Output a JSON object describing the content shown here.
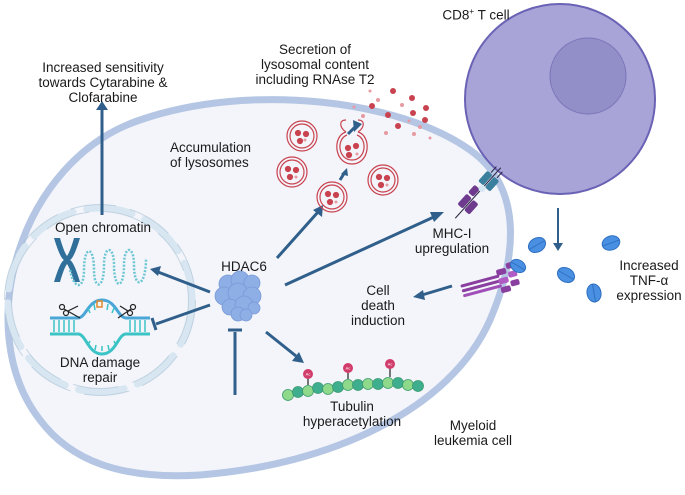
{
  "labels": {
    "sensitivity": [
      "Increased sensitivity",
      "towards Cytarabine &",
      "Clofarabine"
    ],
    "secretion": [
      "Secretion of",
      "lysosomal content",
      "including RNAse T2"
    ],
    "tcell_prefix": "CD8",
    "tcell_sup": "+",
    "tcell_suffix": " T cell",
    "accumulation": [
      "Accumulation",
      "of lysosomes"
    ],
    "open_chromatin": "Open chromatin",
    "hdac6": "HDAC6",
    "mhc": [
      "MHC-I",
      "upregulation"
    ],
    "cell_death": [
      "Cell",
      "death",
      "induction"
    ],
    "tnf": [
      "Increased",
      "TNF-α",
      "expression"
    ],
    "dna_repair": [
      "DNA damage",
      "repair"
    ],
    "tubulin": [
      "Tubulin",
      "hyperacetylation"
    ],
    "myeloid": [
      "Myeloid",
      "leukemia cell"
    ],
    "acetyl_tag": "Ac"
  },
  "colors": {
    "cell_membrane": "#b4c6e4",
    "cell_fill": "#f3f5fa",
    "arrow": "#2f5f8a",
    "tcell_fill": "#a8a4d8",
    "tcell_stroke": "#6a62b4",
    "tcell_nucleus": "#928fc8",
    "lysosome": "#c9424f",
    "hdac6": "#8eaee6",
    "tnf": "#4a90e2",
    "tubulin_light": "#8ed98a",
    "tubulin_dark": "#3fae8f",
    "acetyl": "#d23c6a",
    "dna_blue": "#4aa6d6",
    "dna_teal": "#3cc3c6",
    "chromosome": "#2f6f9a"
  }
}
